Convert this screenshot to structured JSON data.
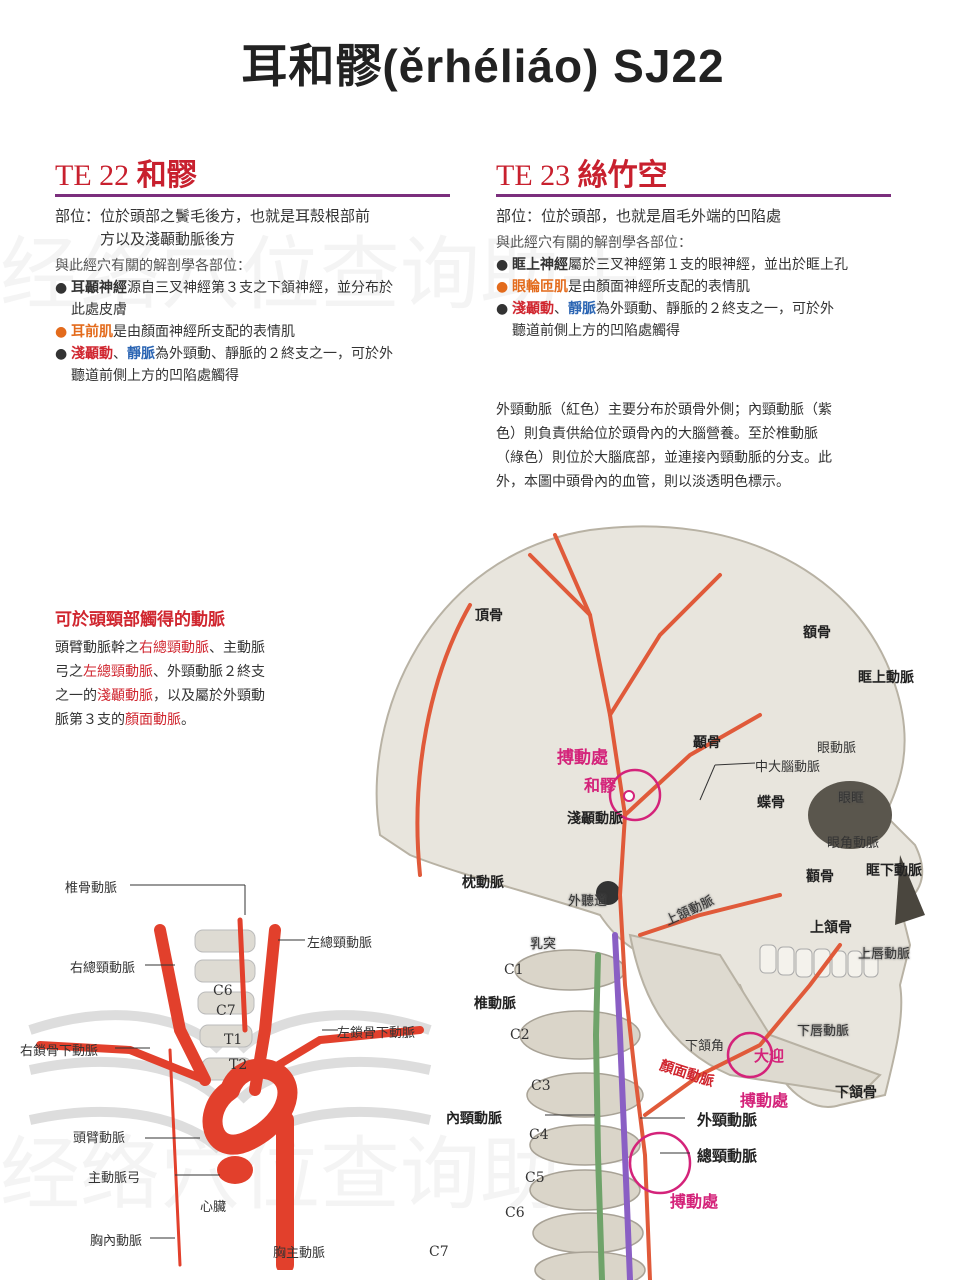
{
  "title": "耳和髎(ěrhéliáo) SJ22",
  "watermark": "经络穴位查询助手",
  "te22": {
    "code": "TE 22",
    "name": "和髎",
    "location_label": "部位：",
    "location_line1": "位於頭部之鬢毛後方，也就是耳殼根部前",
    "location_line2": "方以及淺顳動脈後方",
    "anatomy_header": "與此經穴有關的解剖學各部位：",
    "b1_term": "耳顳神經",
    "b1_text": "源自三叉神經第３支之下頷神經，並分布於",
    "b1_text2": "此處皮膚",
    "b2_term": "耳前肌",
    "b2_text": "是由顏面神經所支配的表情肌",
    "b3_term1": "淺顳動",
    "b3_sep": "、",
    "b3_term2": "靜脈",
    "b3_text": "為外頸動、靜脈的２終支之一，可於外",
    "b3_text2": "聽道前側上方的凹陷處觸得"
  },
  "te23": {
    "code": "TE 23",
    "name": "絲竹空",
    "location_label": "部位：",
    "location_line1": "位於頭部，也就是眉毛外端的凹陷處",
    "anatomy_header": "與此經穴有關的解剖學各部位：",
    "b1_term": "眶上神經",
    "b1_text": "屬於三叉神經第１支的眼神經，並出於眶上孔",
    "b2_term": "眼輪匝肌",
    "b2_text": "是由顏面神經所支配的表情肌",
    "b3_term1": "淺顳動",
    "b3_sep": "、",
    "b3_term2": "靜脈",
    "b3_text": "為外頸動、靜脈的２終支之一，可於外",
    "b3_text2": "聽道前側上方的凹陷處觸得"
  },
  "caption": {
    "line1": "外頸動脈（紅色）主要分布於頭骨外側；內頸動脈（紫",
    "line2": "色）則負責供給位於頭骨內的大腦營養。至於椎動脈",
    "line3": "（綠色）則位於大腦底部，並連接內頸動脈的分支。此",
    "line4": "外，本圖中頭骨內的血管，則以淡透明色標示。"
  },
  "arteries_box": {
    "title": "可於頭頸部觸得的動脈",
    "p1": "頭臂動脈幹之",
    "r1": "右總頸動脈",
    "p2": "、主動脈",
    "p3": "弓之",
    "r2": "左總頸動脈",
    "p4": "、外頸動脈２終支",
    "p5": "之一的",
    "r3": "淺顳動脈",
    "p6": "，以及屬於外頸動",
    "p7": "脈第３支的",
    "r4": "顏面動脈",
    "p8": "。"
  },
  "chest_labels": {
    "vertebral": "椎骨動脈",
    "left_common": "左總頸動脈",
    "right_common": "右總頸動脈",
    "c6": "C6",
    "c7": "C7",
    "t1": "T1",
    "t2": "T2",
    "left_subclavian": "左鎖骨下動脈",
    "right_subclavian": "右鎖骨下動脈",
    "brachiocephalic": "頭臂動脈",
    "aortic_arch": "主動脈弓",
    "heart": "心臟",
    "internal_thoracic": "胸內動脈",
    "thoracic_aorta": "胸主動脈"
  },
  "skull_labels": {
    "parietal": "頂骨",
    "frontal": "額骨",
    "supraorbital": "眶上動脈",
    "pulse1": "搏動處",
    "heliao": "和髎",
    "temporal": "顳骨",
    "ophthalmic": "眼動脈",
    "middle_cerebral": "中大腦動脈",
    "sphenoid": "蝶骨",
    "orbit": "眼眶",
    "superficial_temporal": "淺顳動脈",
    "angular": "眼角動脈",
    "occipital": "枕動脈",
    "zygomatic": "顴骨",
    "infraorbital": "眶下動脈",
    "ext_meatus": "外聽道",
    "maxillary_artery": "上頷動脈",
    "maxilla": "上頷骨",
    "mastoid": "乳突",
    "superior_labial": "上唇動脈",
    "c1": "C1",
    "vertebral_artery": "椎動脈",
    "c2": "C2",
    "inferior_labial": "下唇動脈",
    "mandible_angle": "下頷角",
    "daying": "大迎",
    "facial": "顏面動脈",
    "c3": "C3",
    "pulse2": "搏動處",
    "mandible": "下頷骨",
    "internal_carotid": "內頸動脈",
    "external_carotid": "外頸動脈",
    "c4": "C4",
    "common_carotid": "總頸動脈",
    "c5": "C5",
    "pulse3": "搏動處",
    "c6": "C6",
    "c7": "C7"
  },
  "colors": {
    "accent_red": "#c8202e",
    "rule_purple": "#7b2f7d",
    "artery": "#e05a3a",
    "pulse_pink": "#d4237a"
  }
}
